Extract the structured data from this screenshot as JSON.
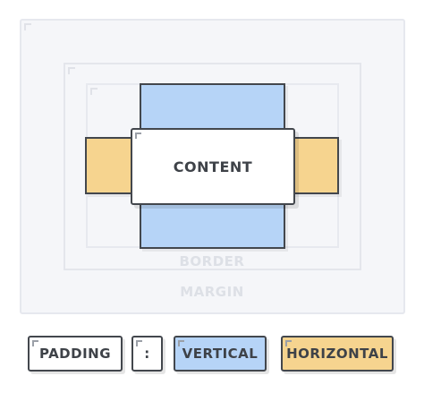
{
  "diagram": {
    "content_label": "CONTENT",
    "border_label": "BORDER",
    "margin_label": "MARGIN"
  },
  "legend": {
    "padding_label": "PADDING",
    "separator": ":",
    "vertical_label": "VERTICAL",
    "horizontal_label": "HORIZONTAL"
  },
  "colors": {
    "vertical": "#b6d4f7",
    "horizontal": "#f6d48f",
    "outline": "#43474d",
    "area_fill": "#f5f6f9",
    "area_label": "#dde0e6"
  }
}
